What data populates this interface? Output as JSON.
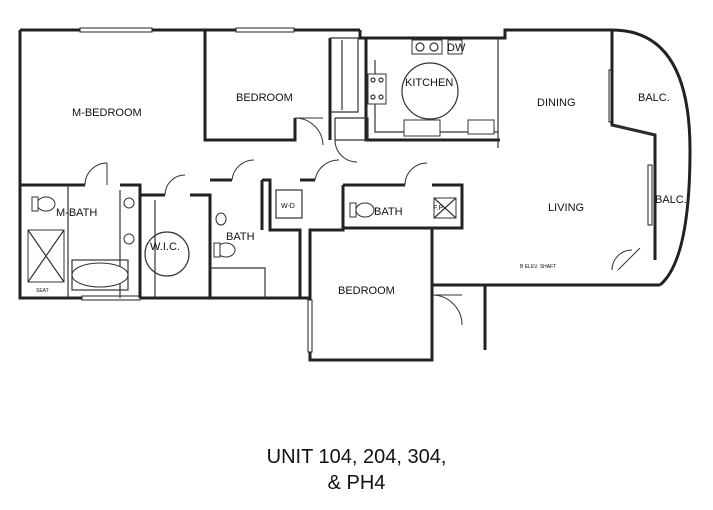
{
  "rooms": {
    "m_bedroom": "M-BEDROOM",
    "bedroom_top": "BEDROOM",
    "kitchen": "KITCHEN",
    "dining": "DINING",
    "balc_top": "BALC.",
    "balc_right": "BALC.",
    "m_bath": "M-BATH",
    "wic": "W.I.C.",
    "bath_mid": "BATH",
    "wd": "W-D",
    "bath_right": "BATH",
    "fp": "F.P.",
    "living": "LIVING",
    "bedroom_bottom": "BEDROOM",
    "seat": "SEAT",
    "elev_shaft": "B ELEV. SHAFT",
    "dw": "DW"
  },
  "caption": {
    "line1": "UNIT 104, 204, 304,",
    "line2": "& PH4"
  }
}
